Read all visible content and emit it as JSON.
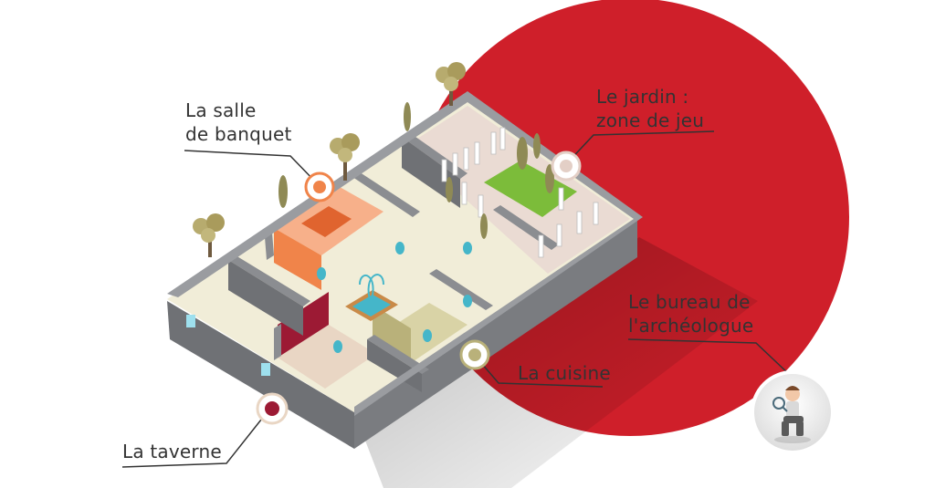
{
  "labels": {
    "banquet": {
      "line1": "La salle",
      "line2": "de banquet"
    },
    "garden": {
      "line1": "Le jardin :",
      "line2": "zone de jeu"
    },
    "office": {
      "line1": "Le bureau de",
      "line2": "l'archéologue"
    },
    "kitchen": {
      "line1": "La cuisine"
    },
    "tavern": {
      "line1": "La taverne"
    }
  },
  "colors": {
    "background": "#ffffff",
    "red_circle": "#cf1f2a",
    "wall_top": "#8b8d91",
    "wall_side": "#6f7175",
    "floor": "#f1edd8",
    "garden_floor": "#eadbd3",
    "lawn": "#7cbc3a",
    "banquet_orange": "#f0844a",
    "tavern_red": "#9c1a34",
    "kitchen_olive": "#b9b17a",
    "water": "#45b6c9",
    "leader_line": "#333333"
  }
}
